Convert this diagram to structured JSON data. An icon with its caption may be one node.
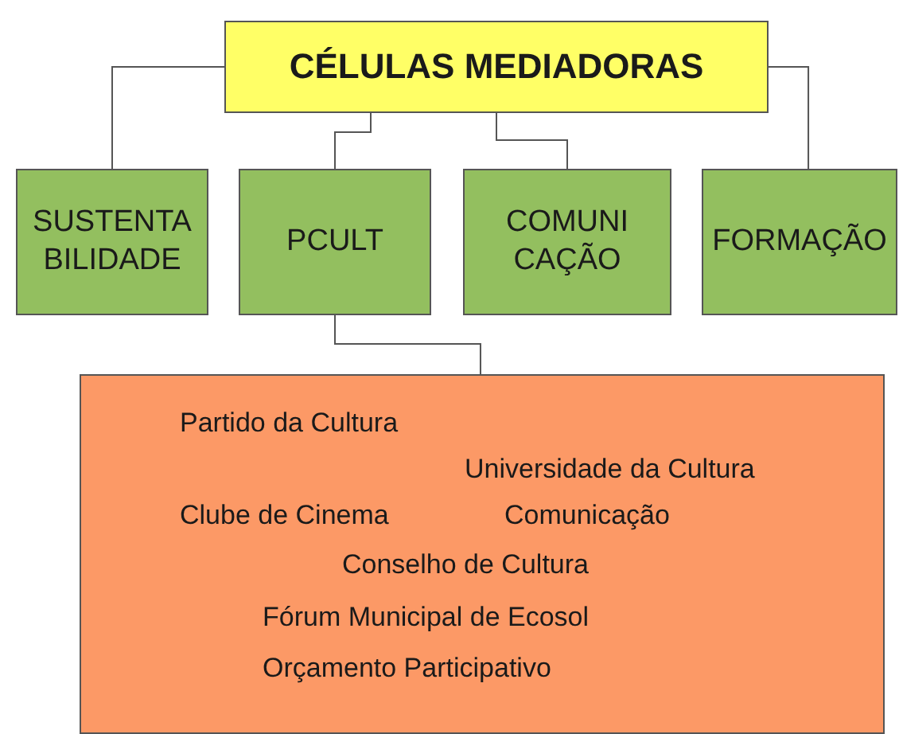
{
  "diagram": {
    "nodes": [
      {
        "text": [
          "CÉLULAS MEDIADORAS"
        ]
      },
      {
        "text": [
          "SUSTENTA BILIDADE"
        ]
      },
      {
        "text": [
          "PCULT"
        ]
      },
      {
        "text": [
          "COMUNI CAÇÃO"
        ]
      },
      {
        "text": [
          "FORMAÇÃO"
        ]
      },
      {
        "text": [
          "Partido da Cultura",
          "Universidade da Cultura",
          "Clube de Cinema",
          "Comunicação",
          "Conselho de Cultura",
          "Fórum Municipal de Ecosol",
          "Orçamento Participativo"
        ]
      }
    ],
    "edges": [
      {
        "from": 0,
        "to": 1,
        "arrow": "none"
      },
      {
        "from": 0,
        "to": 2,
        "arrow": "none"
      },
      {
        "from": 0,
        "to": 3,
        "arrow": "none"
      },
      {
        "from": 0,
        "to": 4,
        "arrow": "none"
      },
      {
        "from": 2,
        "to": 5,
        "arrow": "none"
      }
    ]
  }
}
